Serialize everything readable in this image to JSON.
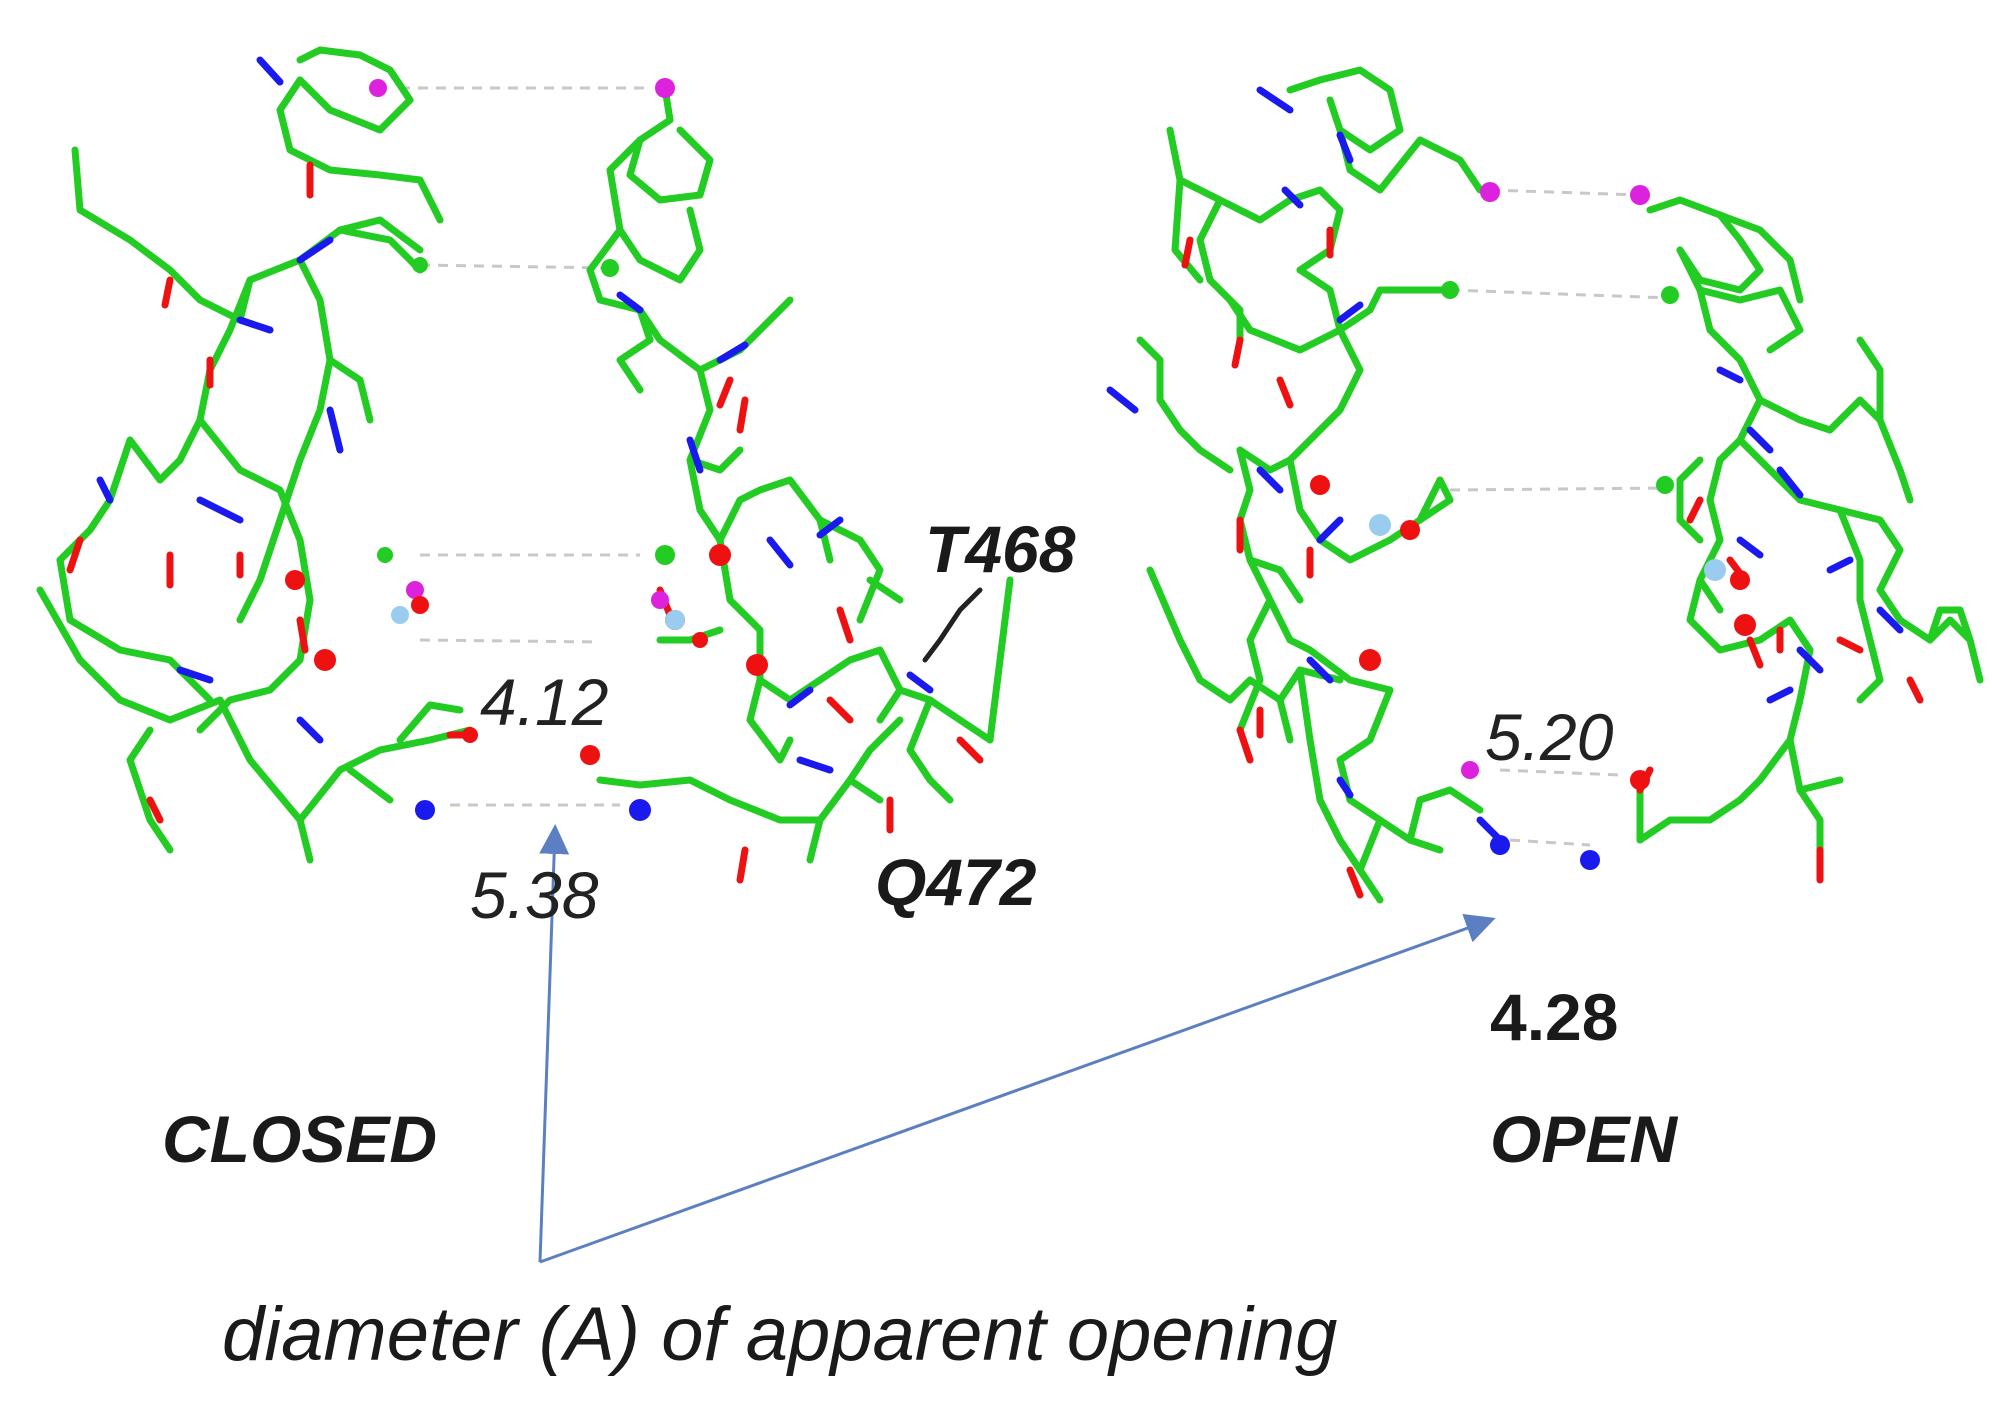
{
  "colors": {
    "carbon": "#22cc22",
    "nitrogen": "#1a1aee",
    "oxygen": "#ee1111",
    "halogen": "#dd22dd",
    "water": "#99ccee",
    "hbond": "#c8c8c8",
    "arrow": "#5b7fc0",
    "text": "#1a1a1a"
  },
  "states": {
    "closed": {
      "label": "CLOSED",
      "distances": [
        "4.12",
        "5.38"
      ]
    },
    "open": {
      "label": "OPEN",
      "distances": [
        "5.20",
        "4.28"
      ]
    }
  },
  "residues": [
    "T468",
    "Q472"
  ],
  "caption": "diameter (A) of apparent opening"
}
